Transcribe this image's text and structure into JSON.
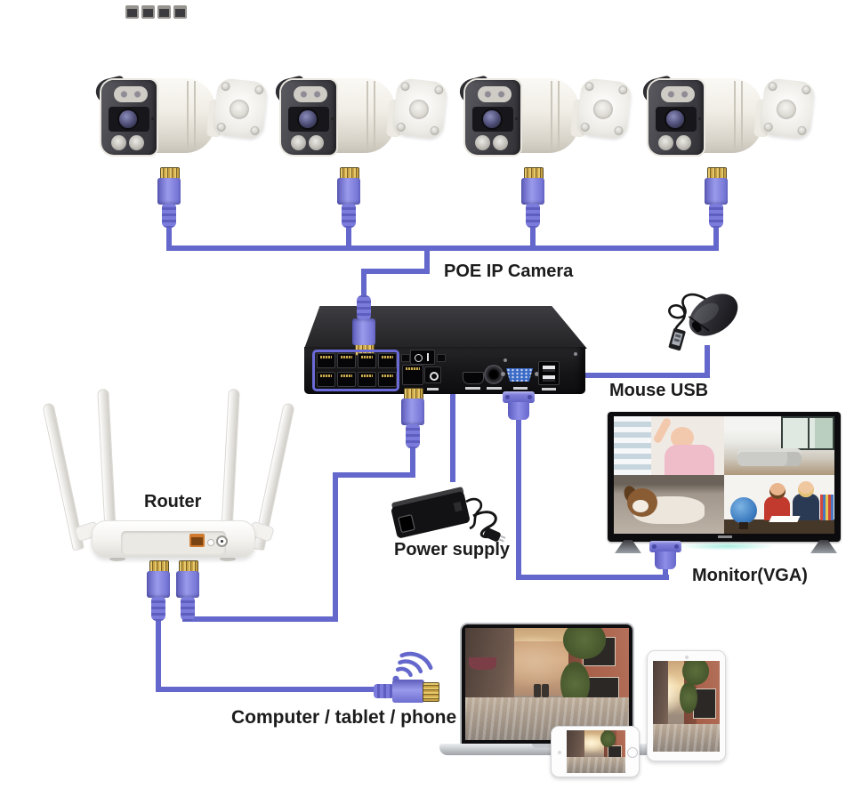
{
  "labels": {
    "poe_ip_camera": "POE IP Camera",
    "mouse_usb": "Mouse USB",
    "router": "Router",
    "power_supply": "Power supply",
    "monitor_vga": "Monitor(VGA)",
    "computer_tablet_phone": "Computer / tablet / phone"
  },
  "devices": {
    "cameras": [
      "poe-ip-camera-1",
      "poe-ip-camera-2",
      "poe-ip-camera-3",
      "poe-ip-camera-4"
    ],
    "recorder": "poe-nvr",
    "mouse": "usb-mouse",
    "router": "wifi-router",
    "power_supply": "power-adapter",
    "monitor": "vga-monitor",
    "clients": [
      "laptop",
      "tablet",
      "smartphone"
    ],
    "monitor_scenes": [
      "baby",
      "living-room",
      "dog",
      "children-reading"
    ]
  },
  "colors": {
    "cable": "#6467cb",
    "connector": "#7b7bdd",
    "poe_block_outline": "#6a6ad8",
    "wan_port": "#cf7a2e"
  }
}
